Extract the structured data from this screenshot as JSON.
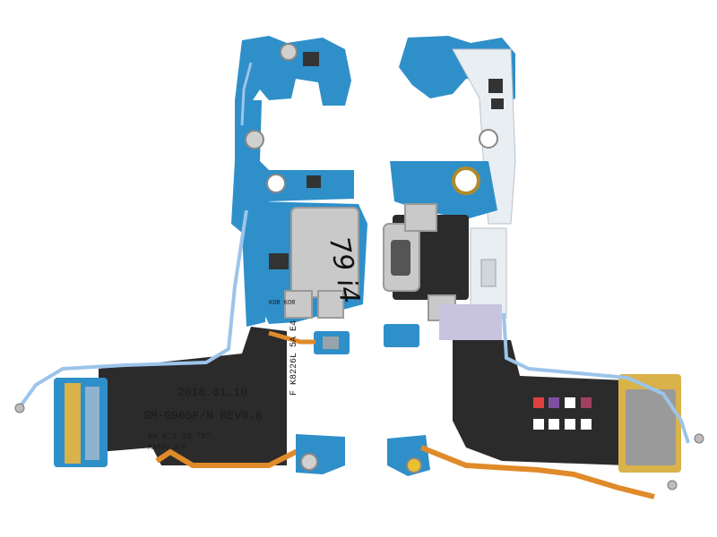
{
  "image": {
    "subject": "two phone charging-port flex boards",
    "background": "#ffffff"
  },
  "colors": {
    "pcb_blue": "#2f8fc9",
    "pcb_blue_dark": "#1f6fa8",
    "flex_black": "#2b2b2b",
    "flex_orange": "#e08a2a",
    "metal": "#c9c9c9",
    "metal_dark": "#9a9a9a",
    "gold": "#d9b24a",
    "coax_blue": "#9cc4ea"
  },
  "labels": {
    "date": "2018.01.10",
    "model": "SM-G965F/N REV0.8",
    "serial": "F K8226L 5A E4",
    "handwriting": "79 i4",
    "small_1": "KH R.1 I5 \"5\"",
    "small_2": "MA89V-A/F",
    "small_3": "KOR KOR"
  }
}
